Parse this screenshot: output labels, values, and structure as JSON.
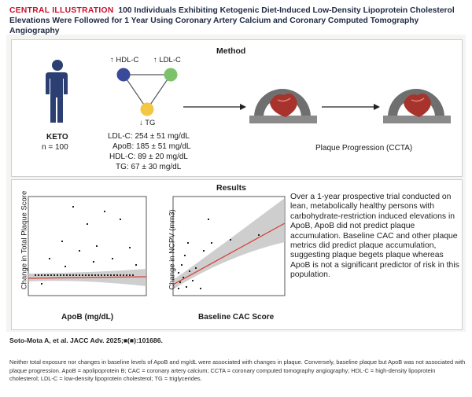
{
  "header": {
    "tag": "CENTRAL ILLUSTRATION",
    "title_line1": "100 Individuals Exhibiting Ketogenic Diet-Induced Low-Density Lipoprotein Cholesterol",
    "title_line2": "Elevations Were Followed for 1 Year Using Coronary Artery Calcium and Coronary Computed Tomography Angiography"
  },
  "method": {
    "title": "Method",
    "keto_label": "KETO",
    "n_label": "n = 100",
    "hdl_label": "↑ HDL-C",
    "ldl_label": "↑ LDL-C",
    "tg_label": "↓ TG",
    "stats": [
      "LDL-C: 254 ± 51 mg/dL",
      "ApoB: 185 ± 51 mg/dL",
      "HDL-C: 89 ± 20 mg/dL",
      "TG: 67 ± 30 mg/dL"
    ],
    "progression_label": "Plaque Progression (CCTA)",
    "colors": {
      "hdl": "#3a4a9a",
      "ldl": "#7cc26a",
      "tg": "#f2c744",
      "person": "#2b3f73",
      "scanner": "#6f6f6f",
      "heart": "#a8332c"
    }
  },
  "results": {
    "title": "Results",
    "plot1": {
      "xlabel": "ApoB (mg/dL)",
      "ylabel": "Change in Total Plaque Score"
    },
    "plot2": {
      "xlabel": "Baseline CAC Score",
      "ylabel": "Change in NCPV (mm3)"
    },
    "summary": "Over a 1-year prospective trial conducted on lean, metabolically healthy persons with carbohydrate-restriction induced elevations in ApoB, ApoB did not predict plaque accumulation. Baseline CAC and other plaque metrics did predict plaque accumulation, suggesting plaque begets plaque whereas ApoB is not a significant predictor of risk in this population."
  },
  "citation": "Soto-Mota A, et al. JACC Adv. 2025;■(■):101686.",
  "footnote": "Neither total exposure nor changes in baseline levels of ApoB and mg/dL were associated with changes in plaque. Conversely, baseline plaque but ApoB was not associated with plaque progression. ApoB = apolipoprotein B; CAC = coronary artery calcium; CCTA = coronary computed tomography angiography; HDL-C = high-density lipoprotein cholesterol; LDL-C = low-density lipoprotein cholesterol; TG = triglycerides."
}
